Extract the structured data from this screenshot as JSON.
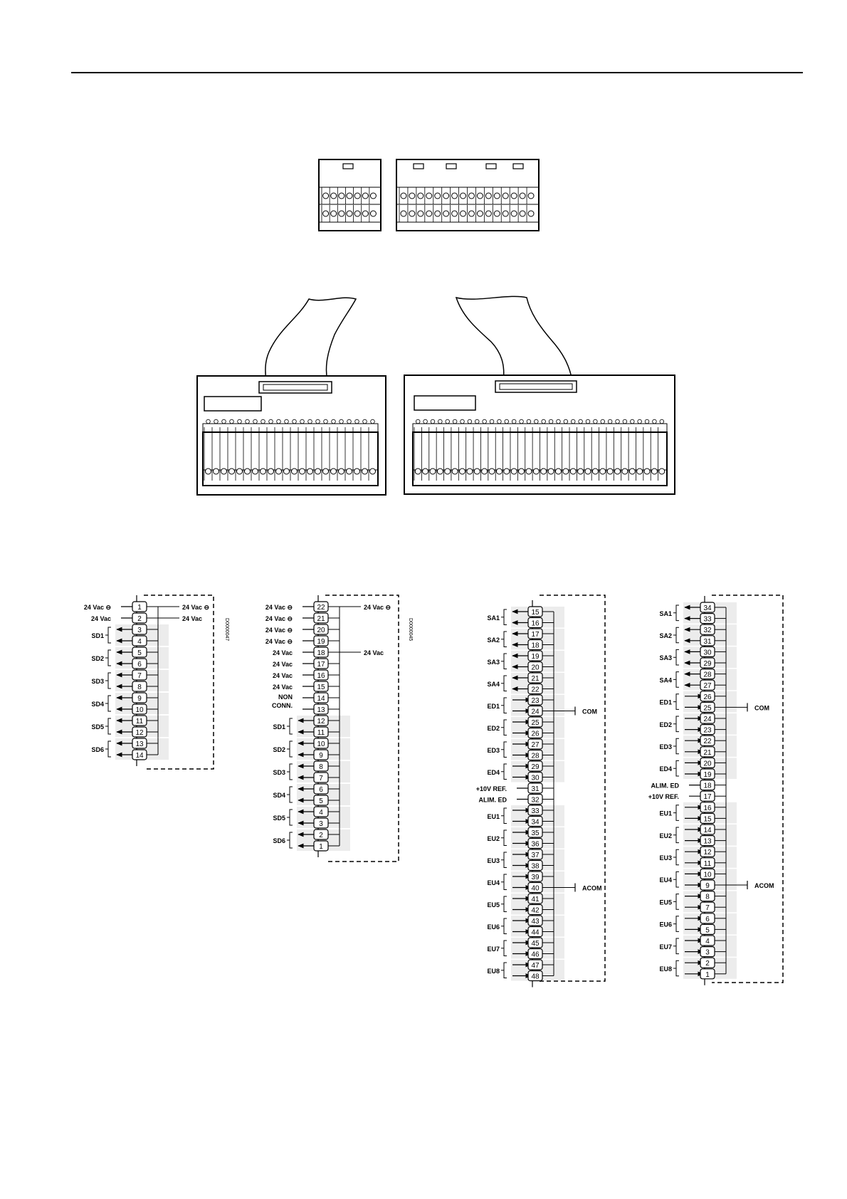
{
  "diagram_data": {
    "wiring": [
      {
        "id": "w1",
        "code": "D0000047",
        "left": [
          {
            "t": "1",
            "label": "24 Vac ⊖",
            "dir": "none"
          },
          {
            "t": "2",
            "label": "24 Vac",
            "dir": "none"
          },
          {
            "t": "3",
            "label": "",
            "dir": "out"
          },
          {
            "t": "4",
            "label": "",
            "dir": "out"
          },
          {
            "t": "5",
            "label": "",
            "dir": "out"
          },
          {
            "t": "6",
            "label": "",
            "dir": "out"
          },
          {
            "t": "7",
            "label": "",
            "dir": "out"
          },
          {
            "t": "8",
            "label": "",
            "dir": "out"
          },
          {
            "t": "9",
            "label": "",
            "dir": "out"
          },
          {
            "t": "10",
            "label": "",
            "dir": "out"
          },
          {
            "t": "11",
            "label": "",
            "dir": "out"
          },
          {
            "t": "12",
            "label": "",
            "dir": "out"
          },
          {
            "t": "13",
            "label": "",
            "dir": "out"
          },
          {
            "t": "14",
            "label": "",
            "dir": "out"
          }
        ],
        "groups": [
          {
            "label": "SD1",
            "from": 2,
            "to": 3
          },
          {
            "label": "SD2",
            "from": 4,
            "to": 5
          },
          {
            "label": "SD3",
            "from": 6,
            "to": 7
          },
          {
            "label": "SD4",
            "from": 8,
            "to": 9
          },
          {
            "label": "SD5",
            "from": 10,
            "to": 11
          },
          {
            "label": "SD6",
            "from": 12,
            "to": 13
          }
        ],
        "right_labels": [
          {
            "row": 0,
            "label": "24 Vac ⊖"
          },
          {
            "row": 1,
            "label": "24 Vac"
          }
        ]
      },
      {
        "id": "w2",
        "code": "D0000045",
        "left": [
          {
            "t": "22",
            "label": "24 Vac ⊖",
            "dir": "none"
          },
          {
            "t": "21",
            "label": "24 Vac ⊖",
            "dir": "none"
          },
          {
            "t": "20",
            "label": "24 Vac ⊖",
            "dir": "none"
          },
          {
            "t": "19",
            "label": "24 Vac ⊖",
            "dir": "none"
          },
          {
            "t": "18",
            "label": "24 Vac",
            "dir": "none"
          },
          {
            "t": "17",
            "label": "24 Vac",
            "dir": "none"
          },
          {
            "t": "16",
            "label": "24 Vac",
            "dir": "none"
          },
          {
            "t": "15",
            "label": "24 Vac",
            "dir": "none"
          },
          {
            "t": "14",
            "label": "",
            "dir": "none"
          },
          {
            "t": "13",
            "label": "",
            "dir": "none"
          },
          {
            "t": "12",
            "label": "",
            "dir": "out"
          },
          {
            "t": "11",
            "label": "",
            "dir": "out"
          },
          {
            "t": "10",
            "label": "",
            "dir": "out"
          },
          {
            "t": "9",
            "label": "",
            "dir": "out"
          },
          {
            "t": "8",
            "label": "",
            "dir": "out"
          },
          {
            "t": "7",
            "label": "",
            "dir": "out"
          },
          {
            "t": "6",
            "label": "",
            "dir": "out"
          },
          {
            "t": "5",
            "label": "",
            "dir": "out"
          },
          {
            "t": "4",
            "label": "",
            "dir": "out"
          },
          {
            "t": "3",
            "label": "",
            "dir": "out"
          },
          {
            "t": "2",
            "label": "",
            "dir": "out"
          },
          {
            "t": "1",
            "label": "",
            "dir": "out"
          }
        ],
        "nonconn": [
          "NON",
          "CONN."
        ],
        "groups": [
          {
            "label": "SD1",
            "from": 10,
            "to": 11
          },
          {
            "label": "SD2",
            "from": 12,
            "to": 13
          },
          {
            "label": "SD3",
            "from": 14,
            "to": 15
          },
          {
            "label": "SD4",
            "from": 16,
            "to": 17
          },
          {
            "label": "SD5",
            "from": 18,
            "to": 19
          },
          {
            "label": "SD6",
            "from": 20,
            "to": 21
          }
        ],
        "right_labels": [
          {
            "row": 0,
            "label": "24 Vac ⊖"
          },
          {
            "row": 4,
            "label": "24 Vac"
          }
        ]
      },
      {
        "id": "w3",
        "left": [
          {
            "t": "15",
            "dir": "out"
          },
          {
            "t": "16",
            "dir": "out"
          },
          {
            "t": "17",
            "dir": "out"
          },
          {
            "t": "18",
            "dir": "out"
          },
          {
            "t": "19",
            "dir": "out"
          },
          {
            "t": "20",
            "dir": "out"
          },
          {
            "t": "21",
            "dir": "out"
          },
          {
            "t": "22",
            "dir": "out"
          },
          {
            "t": "23",
            "dir": "in"
          },
          {
            "t": "24",
            "dir": "in"
          },
          {
            "t": "25",
            "dir": "in"
          },
          {
            "t": "26",
            "dir": "in"
          },
          {
            "t": "27",
            "dir": "in"
          },
          {
            "t": "28",
            "dir": "in"
          },
          {
            "t": "29",
            "dir": "in"
          },
          {
            "t": "30",
            "dir": "in"
          },
          {
            "t": "31",
            "dir": "none"
          },
          {
            "t": "32",
            "dir": "none"
          },
          {
            "t": "33",
            "dir": "in"
          },
          {
            "t": "34",
            "dir": "in"
          },
          {
            "t": "35",
            "dir": "in"
          },
          {
            "t": "36",
            "dir": "in"
          },
          {
            "t": "37",
            "dir": "in"
          },
          {
            "t": "38",
            "dir": "in"
          },
          {
            "t": "39",
            "dir": "in"
          },
          {
            "t": "40",
            "dir": "in"
          },
          {
            "t": "41",
            "dir": "in"
          },
          {
            "t": "42",
            "dir": "in"
          },
          {
            "t": "43",
            "dir": "in"
          },
          {
            "t": "44",
            "dir": "in"
          },
          {
            "t": "45",
            "dir": "in"
          },
          {
            "t": "46",
            "dir": "in"
          },
          {
            "t": "47",
            "dir": "in"
          },
          {
            "t": "48",
            "dir": "in"
          }
        ],
        "groups": [
          {
            "label": "SA1",
            "from": 0,
            "to": 1
          },
          {
            "label": "SA2",
            "from": 2,
            "to": 3
          },
          {
            "label": "SA3",
            "from": 4,
            "to": 5
          },
          {
            "label": "SA4",
            "from": 6,
            "to": 7
          },
          {
            "label": "ED1",
            "from": 8,
            "to": 9
          },
          {
            "label": "ED2",
            "from": 10,
            "to": 11
          },
          {
            "label": "ED3",
            "from": 12,
            "to": 13
          },
          {
            "label": "ED4",
            "from": 14,
            "to": 15
          },
          {
            "label": "EU1",
            "from": 18,
            "to": 19
          },
          {
            "label": "EU2",
            "from": 20,
            "to": 21
          },
          {
            "label": "EU3",
            "from": 22,
            "to": 23
          },
          {
            "label": "EU4",
            "from": 24,
            "to": 25
          },
          {
            "label": "EU5",
            "from": 26,
            "to": 27
          },
          {
            "label": "EU6",
            "from": 28,
            "to": 29
          },
          {
            "label": "EU7",
            "from": 30,
            "to": 31
          },
          {
            "label": "EU8",
            "from": 32,
            "to": 33
          }
        ],
        "singles": [
          {
            "row": 16,
            "label": "+10V REF."
          },
          {
            "row": 17,
            "label": "ALIM. ED"
          }
        ],
        "com_label": "COM",
        "acom_label": "ACOM"
      },
      {
        "id": "w4",
        "left": [
          {
            "t": "34",
            "dir": "out"
          },
          {
            "t": "33",
            "dir": "out"
          },
          {
            "t": "32",
            "dir": "out"
          },
          {
            "t": "31",
            "dir": "out"
          },
          {
            "t": "30",
            "dir": "out"
          },
          {
            "t": "29",
            "dir": "out"
          },
          {
            "t": "28",
            "dir": "out"
          },
          {
            "t": "27",
            "dir": "out"
          },
          {
            "t": "26",
            "dir": "in"
          },
          {
            "t": "25",
            "dir": "in"
          },
          {
            "t": "24",
            "dir": "in"
          },
          {
            "t": "23",
            "dir": "in"
          },
          {
            "t": "22",
            "dir": "in"
          },
          {
            "t": "21",
            "dir": "in"
          },
          {
            "t": "20",
            "dir": "in"
          },
          {
            "t": "19",
            "dir": "in"
          },
          {
            "t": "18",
            "dir": "none"
          },
          {
            "t": "17",
            "dir": "none"
          },
          {
            "t": "16",
            "dir": "in"
          },
          {
            "t": "15",
            "dir": "in"
          },
          {
            "t": "14",
            "dir": "in"
          },
          {
            "t": "13",
            "dir": "in"
          },
          {
            "t": "12",
            "dir": "in"
          },
          {
            "t": "11",
            "dir": "in"
          },
          {
            "t": "10",
            "dir": "in"
          },
          {
            "t": "9",
            "dir": "in"
          },
          {
            "t": "8",
            "dir": "in"
          },
          {
            "t": "7",
            "dir": "in"
          },
          {
            "t": "6",
            "dir": "in"
          },
          {
            "t": "5",
            "dir": "in"
          },
          {
            "t": "4",
            "dir": "in"
          },
          {
            "t": "3",
            "dir": "in"
          },
          {
            "t": "2",
            "dir": "in"
          },
          {
            "t": "1",
            "dir": "in"
          }
        ],
        "groups": [
          {
            "label": "SA1",
            "from": 0,
            "to": 1
          },
          {
            "label": "SA2",
            "from": 2,
            "to": 3
          },
          {
            "label": "SA3",
            "from": 4,
            "to": 5
          },
          {
            "label": "SA4",
            "from": 6,
            "to": 7
          },
          {
            "label": "ED1",
            "from": 8,
            "to": 9
          },
          {
            "label": "ED2",
            "from": 10,
            "to": 11
          },
          {
            "label": "ED3",
            "from": 12,
            "to": 13
          },
          {
            "label": "ED4",
            "from": 14,
            "to": 15
          },
          {
            "label": "EU1",
            "from": 18,
            "to": 19
          },
          {
            "label": "EU2",
            "from": 20,
            "to": 21
          },
          {
            "label": "EU3",
            "from": 22,
            "to": 23
          },
          {
            "label": "EU4",
            "from": 24,
            "to": 25
          },
          {
            "label": "EU5",
            "from": 26,
            "to": 27
          },
          {
            "label": "EU6",
            "from": 28,
            "to": 29
          },
          {
            "label": "EU7",
            "from": 30,
            "to": 31
          },
          {
            "label": "EU8",
            "from": 32,
            "to": 33
          }
        ],
        "singles": [
          {
            "row": 16,
            "label": "ALIM. ED"
          },
          {
            "row": 17,
            "label": "+10V REF."
          }
        ],
        "com_label": "COM",
        "acom_label": "ACOM"
      }
    ]
  }
}
